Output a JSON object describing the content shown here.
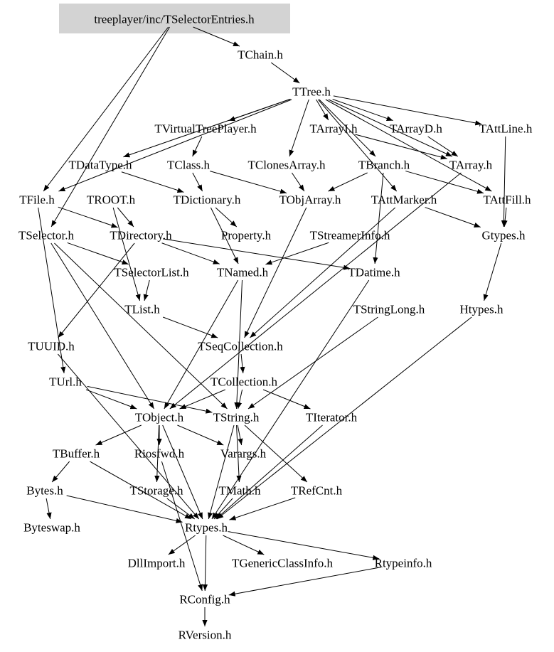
{
  "root": "treeplayer/inc/TSelectorEntries.h",
  "colors": {
    "root_fill": "#d3d3d3",
    "edge": "#000000",
    "background": "#ffffff"
  },
  "nodes": [
    "treeplayer/inc/TSelectorEntries.h",
    "TChain.h",
    "TTree.h",
    "TVirtualTreePlayer.h",
    "TArrayI.h",
    "TArrayD.h",
    "TAttLine.h",
    "TDataType.h",
    "TClass.h",
    "TClonesArray.h",
    "TBranch.h",
    "TArray.h",
    "TFile.h",
    "TROOT.h",
    "TDictionary.h",
    "TObjArray.h",
    "TAttMarker.h",
    "TAttFill.h",
    "TSelector.h",
    "TDirectory.h",
    "Property.h",
    "TStreamerInfo.h",
    "Gtypes.h",
    "TSelectorList.h",
    "TNamed.h",
    "TDatime.h",
    "TList.h",
    "TStringLong.h",
    "Htypes.h",
    "TUUID.h",
    "TSeqCollection.h",
    "TUrl.h",
    "TCollection.h",
    "TObject.h",
    "TString.h",
    "TIterator.h",
    "TBuffer.h",
    "Riosfwd.h",
    "Varargs.h",
    "Bytes.h",
    "TStorage.h",
    "TMath.h",
    "TRefCnt.h",
    "Byteswap.h",
    "Rtypes.h",
    "DllImport.h",
    "TGenericClassInfo.h",
    "Rtypeinfo.h",
    "RConfig.h",
    "RVersion.h"
  ],
  "edges": [
    [
      "treeplayer/inc/TSelectorEntries.h",
      "TChain.h"
    ],
    [
      "treeplayer/inc/TSelectorEntries.h",
      "TFile.h"
    ],
    [
      "treeplayer/inc/TSelectorEntries.h",
      "TSelector.h"
    ],
    [
      "TChain.h",
      "TTree.h"
    ],
    [
      "TTree.h",
      "TVirtualTreePlayer.h"
    ],
    [
      "TTree.h",
      "TArrayI.h"
    ],
    [
      "TTree.h",
      "TArrayD.h"
    ],
    [
      "TTree.h",
      "TAttLine.h"
    ],
    [
      "TTree.h",
      "TAttFill.h"
    ],
    [
      "TTree.h",
      "TDataType.h"
    ],
    [
      "TTree.h",
      "TBranch.h"
    ],
    [
      "TTree.h",
      "TClonesArray.h"
    ],
    [
      "TTree.h",
      "TArray.h"
    ],
    [
      "TTree.h",
      "TAttMarker.h"
    ],
    [
      "TTree.h",
      "TFile.h"
    ],
    [
      "TVirtualTreePlayer.h",
      "TClass.h"
    ],
    [
      "TClass.h",
      "TDictionary.h"
    ],
    [
      "TClass.h",
      "TObjArray.h"
    ],
    [
      "TDataType.h",
      "TDictionary.h"
    ],
    [
      "TArrayI.h",
      "TArray.h"
    ],
    [
      "TArrayD.h",
      "TArray.h"
    ],
    [
      "TBranch.h",
      "TObjArray.h"
    ],
    [
      "TBranch.h",
      "TAttFill.h"
    ],
    [
      "TBranch.h",
      "TDatime.h"
    ],
    [
      "TClonesArray.h",
      "TObjArray.h"
    ],
    [
      "TAttLine.h",
      "Gtypes.h"
    ],
    [
      "TAttFill.h",
      "Gtypes.h"
    ],
    [
      "TAttMarker.h",
      "Gtypes.h"
    ],
    [
      "TAttMarker.h",
      "TSeqCollection.h"
    ],
    [
      "TFile.h",
      "TDirectory.h"
    ],
    [
      "TFile.h",
      "TUrl.h"
    ],
    [
      "TROOT.h",
      "TDirectory.h"
    ],
    [
      "TROOT.h",
      "TList.h"
    ],
    [
      "TDictionary.h",
      "TNamed.h"
    ],
    [
      "TDictionary.h",
      "Property.h"
    ],
    [
      "TObjArray.h",
      "TSeqCollection.h"
    ],
    [
      "TDirectory.h",
      "TNamed.h"
    ],
    [
      "TDirectory.h",
      "TDatime.h"
    ],
    [
      "TDirectory.h",
      "TUUID.h"
    ],
    [
      "TSelector.h",
      "TSelectorList.h"
    ],
    [
      "TSelector.h",
      "TString.h"
    ],
    [
      "TSelector.h",
      "TObject.h"
    ],
    [
      "TSelectorList.h",
      "TList.h"
    ],
    [
      "TList.h",
      "TSeqCollection.h"
    ],
    [
      "TSeqCollection.h",
      "TCollection.h"
    ],
    [
      "TCollection.h",
      "TObject.h"
    ],
    [
      "TCollection.h",
      "TString.h"
    ],
    [
      "TCollection.h",
      "TIterator.h"
    ],
    [
      "TNamed.h",
      "TString.h"
    ],
    [
      "TNamed.h",
      "TObject.h"
    ],
    [
      "TStreamerInfo.h",
      "TNamed.h"
    ],
    [
      "TStringLong.h",
      "TString.h"
    ],
    [
      "Gtypes.h",
      "Htypes.h"
    ],
    [
      "Htypes.h",
      "Rtypes.h"
    ],
    [
      "TArray.h",
      "TObject.h"
    ],
    [
      "TObject.h",
      "Riosfwd.h"
    ],
    [
      "TObject.h",
      "TStorage.h"
    ],
    [
      "TObject.h",
      "Varargs.h"
    ],
    [
      "TObject.h",
      "Rtypes.h"
    ],
    [
      "TObject.h",
      "TBuffer.h"
    ],
    [
      "TString.h",
      "Varargs.h"
    ],
    [
      "TString.h",
      "TMath.h"
    ],
    [
      "TString.h",
      "TRefCnt.h"
    ],
    [
      "TString.h",
      "Rtypes.h"
    ],
    [
      "TIterator.h",
      "Rtypes.h"
    ],
    [
      "TBuffer.h",
      "Rtypes.h"
    ],
    [
      "TBuffer.h",
      "Bytes.h"
    ],
    [
      "Bytes.h",
      "Byteswap.h"
    ],
    [
      "Bytes.h",
      "Rtypes.h"
    ],
    [
      "TStorage.h",
      "Rtypes.h"
    ],
    [
      "TMath.h",
      "Rtypes.h"
    ],
    [
      "TRefCnt.h",
      "Rtypes.h"
    ],
    [
      "Rtypes.h",
      "RConfig.h"
    ],
    [
      "Rtypes.h",
      "DllImport.h"
    ],
    [
      "Rtypes.h",
      "TGenericClassInfo.h"
    ],
    [
      "Rtypes.h",
      "Rtypeinfo.h"
    ],
    [
      "Rtypeinfo.h",
      "RConfig.h"
    ],
    [
      "Riosfwd.h",
      "RConfig.h"
    ],
    [
      "RConfig.h",
      "RVersion.h"
    ],
    [
      "TUrl.h",
      "TObject.h"
    ],
    [
      "TUrl.h",
      "TString.h"
    ],
    [
      "TUUID.h",
      "Rtypes.h"
    ],
    [
      "TDatime.h",
      "Rtypes.h"
    ]
  ]
}
